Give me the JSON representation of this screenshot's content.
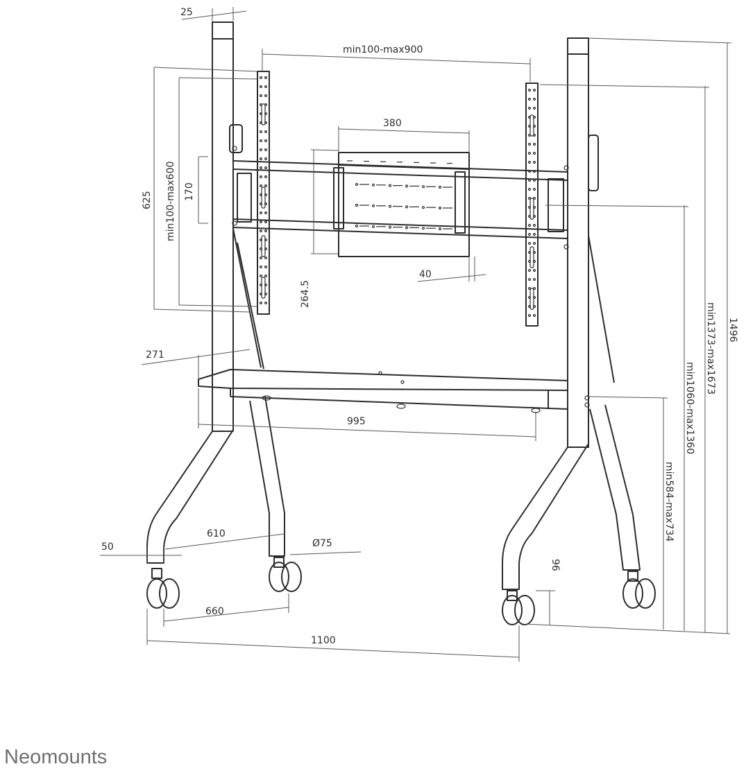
{
  "brand": {
    "name": "Neomounts"
  },
  "colors": {
    "line": "#2b2b2b",
    "dim": "#555555",
    "background": "#ffffff"
  },
  "dimensions": {
    "top_width": "25",
    "vesa_width": "min100-max900",
    "plate_width": "380",
    "panel_height": "625",
    "vesa_height": "min100-max600",
    "bracket_gap": "170",
    "plate_height": "264.5",
    "plate_depth": "40",
    "shelf_depth": "271",
    "shelf_width": "995",
    "leg_offset": "50",
    "leg_spread": "610",
    "caster_diameter": "Ø75",
    "base_depth": "660",
    "base_width": "1100",
    "caster_height": "96",
    "shelf_height": "min584-max734",
    "center_height": "min1060-max1360",
    "top_height": "min1373-max1673",
    "total_height": "1496"
  }
}
